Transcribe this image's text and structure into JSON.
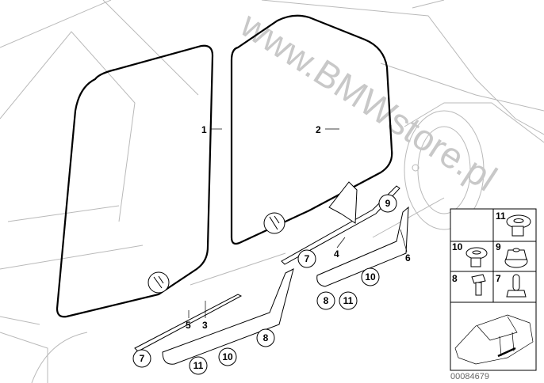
{
  "diagram": {
    "callouts": {
      "plain": [
        "1",
        "2",
        "3",
        "4",
        "5",
        "6"
      ],
      "circled": [
        "9",
        "7",
        "8",
        "11",
        "10",
        "8",
        "7",
        "11",
        "10"
      ]
    },
    "legend": {
      "cells": [
        "11",
        "10",
        "9",
        "8",
        "7"
      ]
    },
    "watermark": "www.BMWstore.pl",
    "image_number": "00084679"
  }
}
